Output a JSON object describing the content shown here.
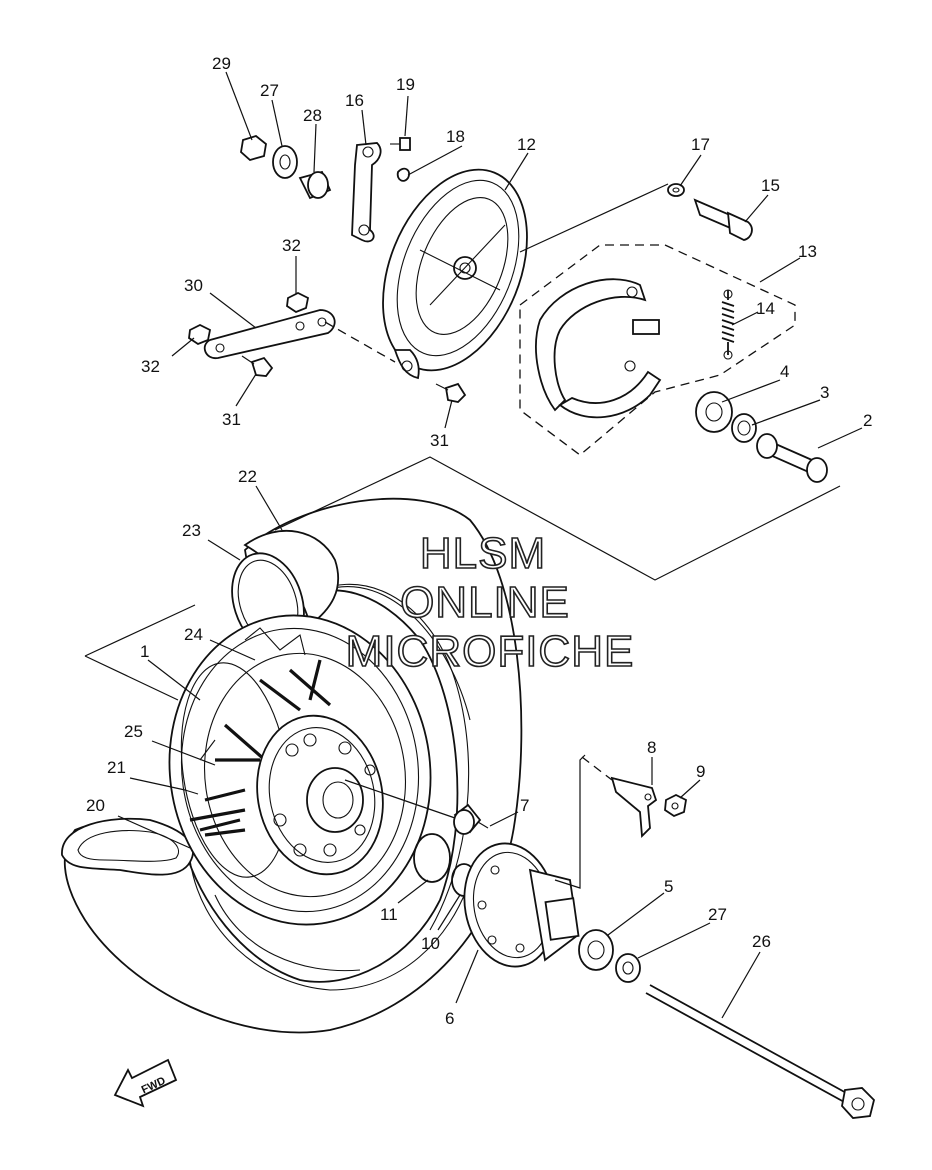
{
  "watermark": {
    "line1": "HLSM",
    "line2": "ONLINE",
    "line3": "MICROFICHE"
  },
  "direction_arrow": {
    "label": "FWD",
    "icon": "forward-arrow-icon"
  },
  "callouts": [
    {
      "id": "1",
      "label": "1"
    },
    {
      "id": "2",
      "label": "2"
    },
    {
      "id": "3",
      "label": "3"
    },
    {
      "id": "4",
      "label": "4"
    },
    {
      "id": "5",
      "label": "5"
    },
    {
      "id": "6",
      "label": "6"
    },
    {
      "id": "7",
      "label": "7"
    },
    {
      "id": "8",
      "label": "8"
    },
    {
      "id": "9",
      "label": "9"
    },
    {
      "id": "10",
      "label": "10"
    },
    {
      "id": "11",
      "label": "11"
    },
    {
      "id": "12",
      "label": "12"
    },
    {
      "id": "13",
      "label": "13"
    },
    {
      "id": "14",
      "label": "14"
    },
    {
      "id": "15",
      "label": "15"
    },
    {
      "id": "16",
      "label": "16"
    },
    {
      "id": "17",
      "label": "17"
    },
    {
      "id": "18",
      "label": "18"
    },
    {
      "id": "19",
      "label": "19"
    },
    {
      "id": "20",
      "label": "20"
    },
    {
      "id": "21",
      "label": "21"
    },
    {
      "id": "22",
      "label": "22"
    },
    {
      "id": "23",
      "label": "23"
    },
    {
      "id": "24",
      "label": "24"
    },
    {
      "id": "25",
      "label": "25"
    },
    {
      "id": "26",
      "label": "26"
    },
    {
      "id": "27a",
      "label": "27"
    },
    {
      "id": "27b",
      "label": "27"
    },
    {
      "id": "28",
      "label": "28"
    },
    {
      "id": "29",
      "label": "29"
    },
    {
      "id": "30",
      "label": "30"
    },
    {
      "id": "31a",
      "label": "31"
    },
    {
      "id": "31b",
      "label": "31"
    },
    {
      "id": "32a",
      "label": "32"
    },
    {
      "id": "32b",
      "label": "32"
    }
  ]
}
